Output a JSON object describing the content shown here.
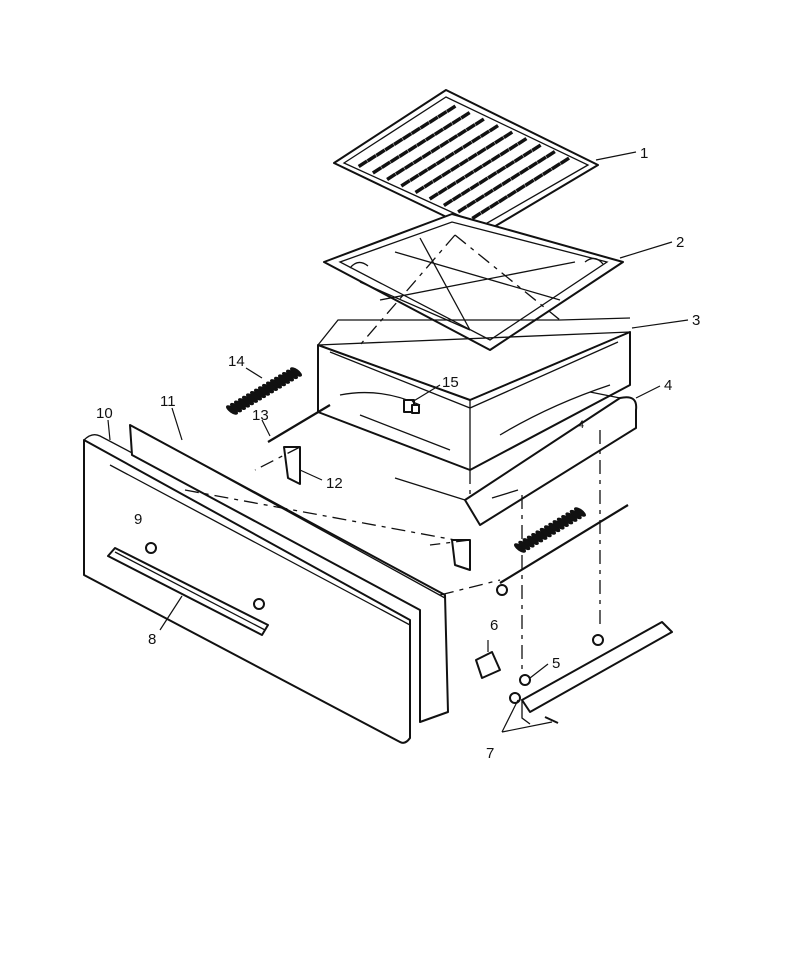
{
  "labels": {
    "l1": "1",
    "l2": "2",
    "l3": "3",
    "l4": "4",
    "l5": "5",
    "l6": "6",
    "l7": "7",
    "l8": "8",
    "l9": "9",
    "l10": "10",
    "l11": "11",
    "l12": "12",
    "l13": "13",
    "l14": "14",
    "l15": "15",
    "stamp4": "4"
  }
}
